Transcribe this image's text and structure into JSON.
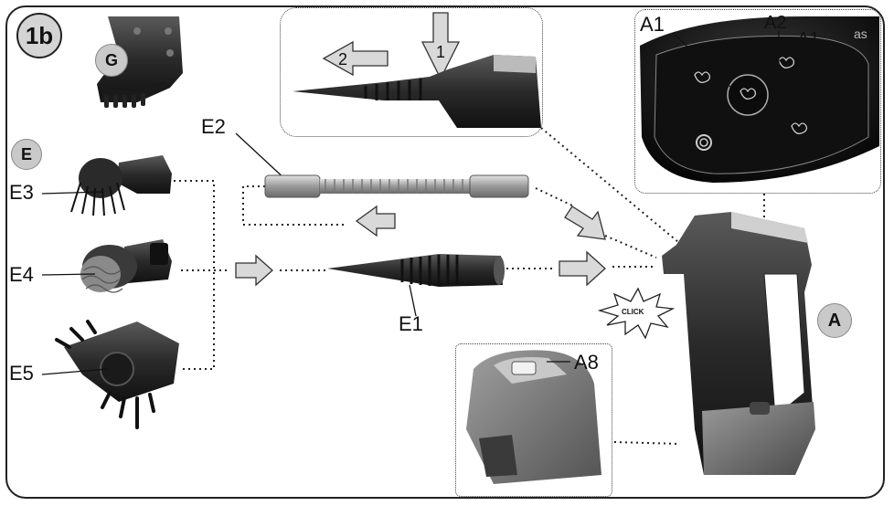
{
  "figure_label": "1b",
  "parts": {
    "wall_mount": {
      "label": "G"
    },
    "accessories": {
      "label": "E"
    },
    "brush_e3": {
      "label": "E3"
    },
    "brush_e4": {
      "label": "E4"
    },
    "nozzle_e5": {
      "label": "E5"
    },
    "hose_e2": {
      "label": "E2"
    },
    "nozzle_e1": {
      "label": "E1"
    },
    "steamer_a": {
      "label": "A"
    },
    "tank_a8": {
      "label": "A8"
    },
    "panel_a1_left": {
      "label": "A1"
    },
    "panel_a2": {
      "label": "A2"
    },
    "panel_a1_right": {
      "label": "A1"
    }
  },
  "steps": {
    "press": "1",
    "pull": "2"
  },
  "click_text": "CLICK",
  "brand_fragment": "as"
}
